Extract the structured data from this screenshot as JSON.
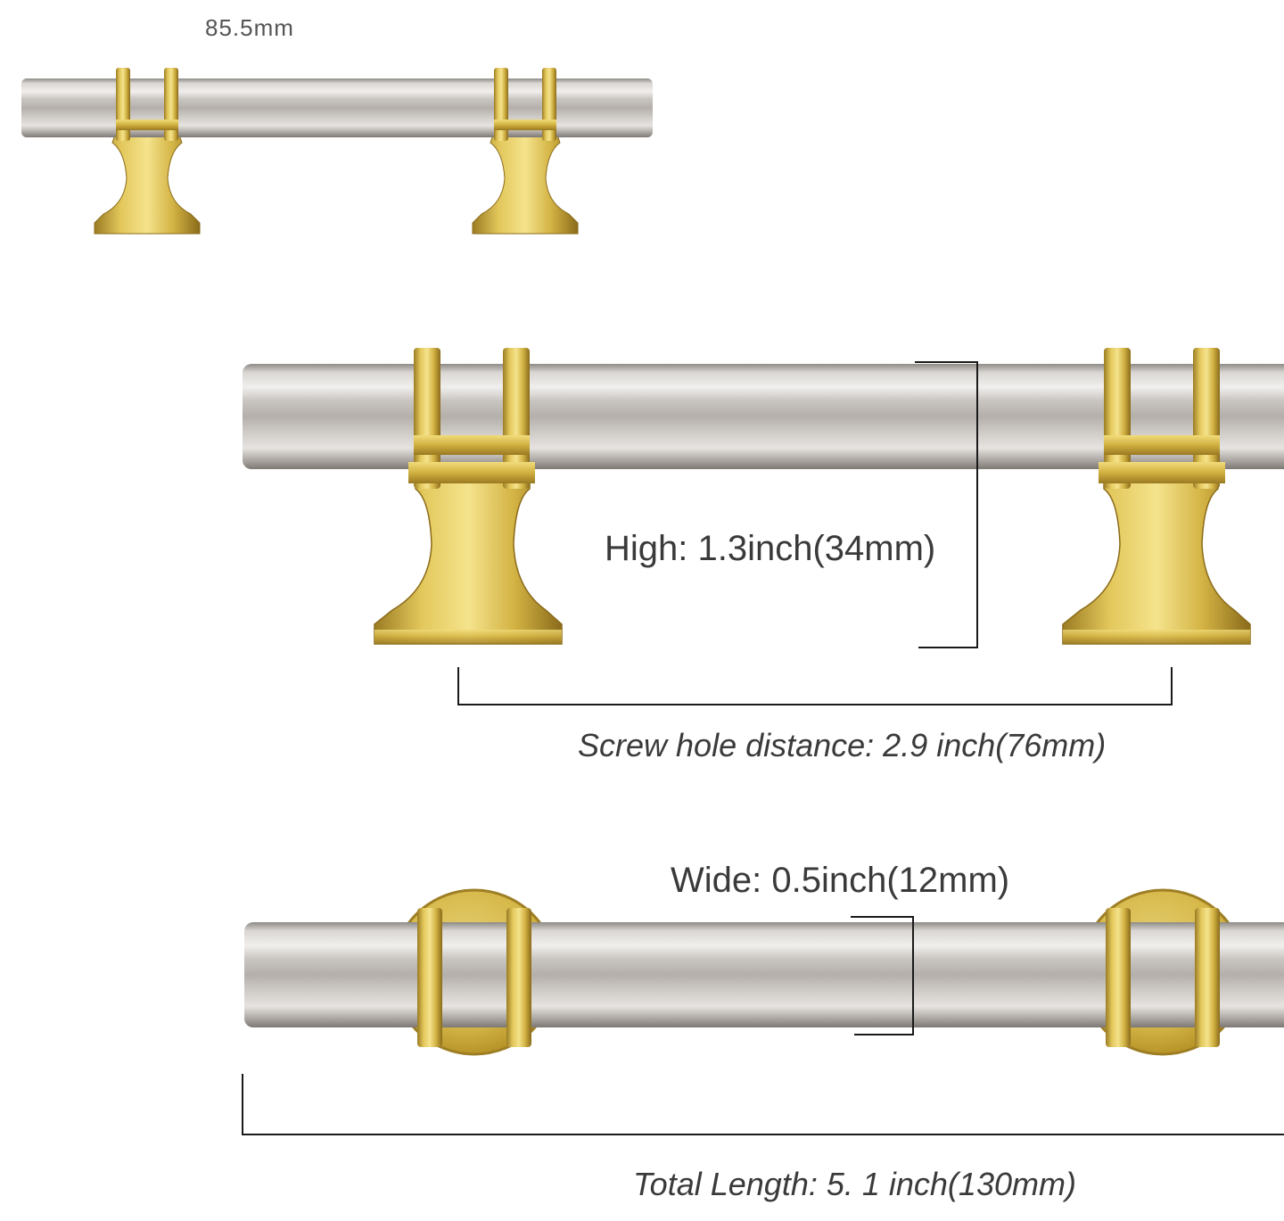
{
  "labels": {
    "small_width": "85.5mm",
    "height": "High: 1.3inch(34mm)",
    "screw_hole_distance": "Screw hole distance: 2.9 inch(76mm)",
    "width": "Wide: 0.5inch(12mm)",
    "total_length": "Total Length: 5. 1 inch(130mm)"
  },
  "colors": {
    "background": "#ffffff",
    "bar_brushed_nickel": "#b9b4ae",
    "brass_gold": "#d4b441",
    "dimension_line": "#1a1a1a"
  },
  "product": {
    "item": "cabinet-pull-handle",
    "finish_bar": "brushed-nickel",
    "finish_posts": "brushed-brass",
    "views": [
      "small-overview",
      "side-elevation",
      "top-view"
    ]
  }
}
